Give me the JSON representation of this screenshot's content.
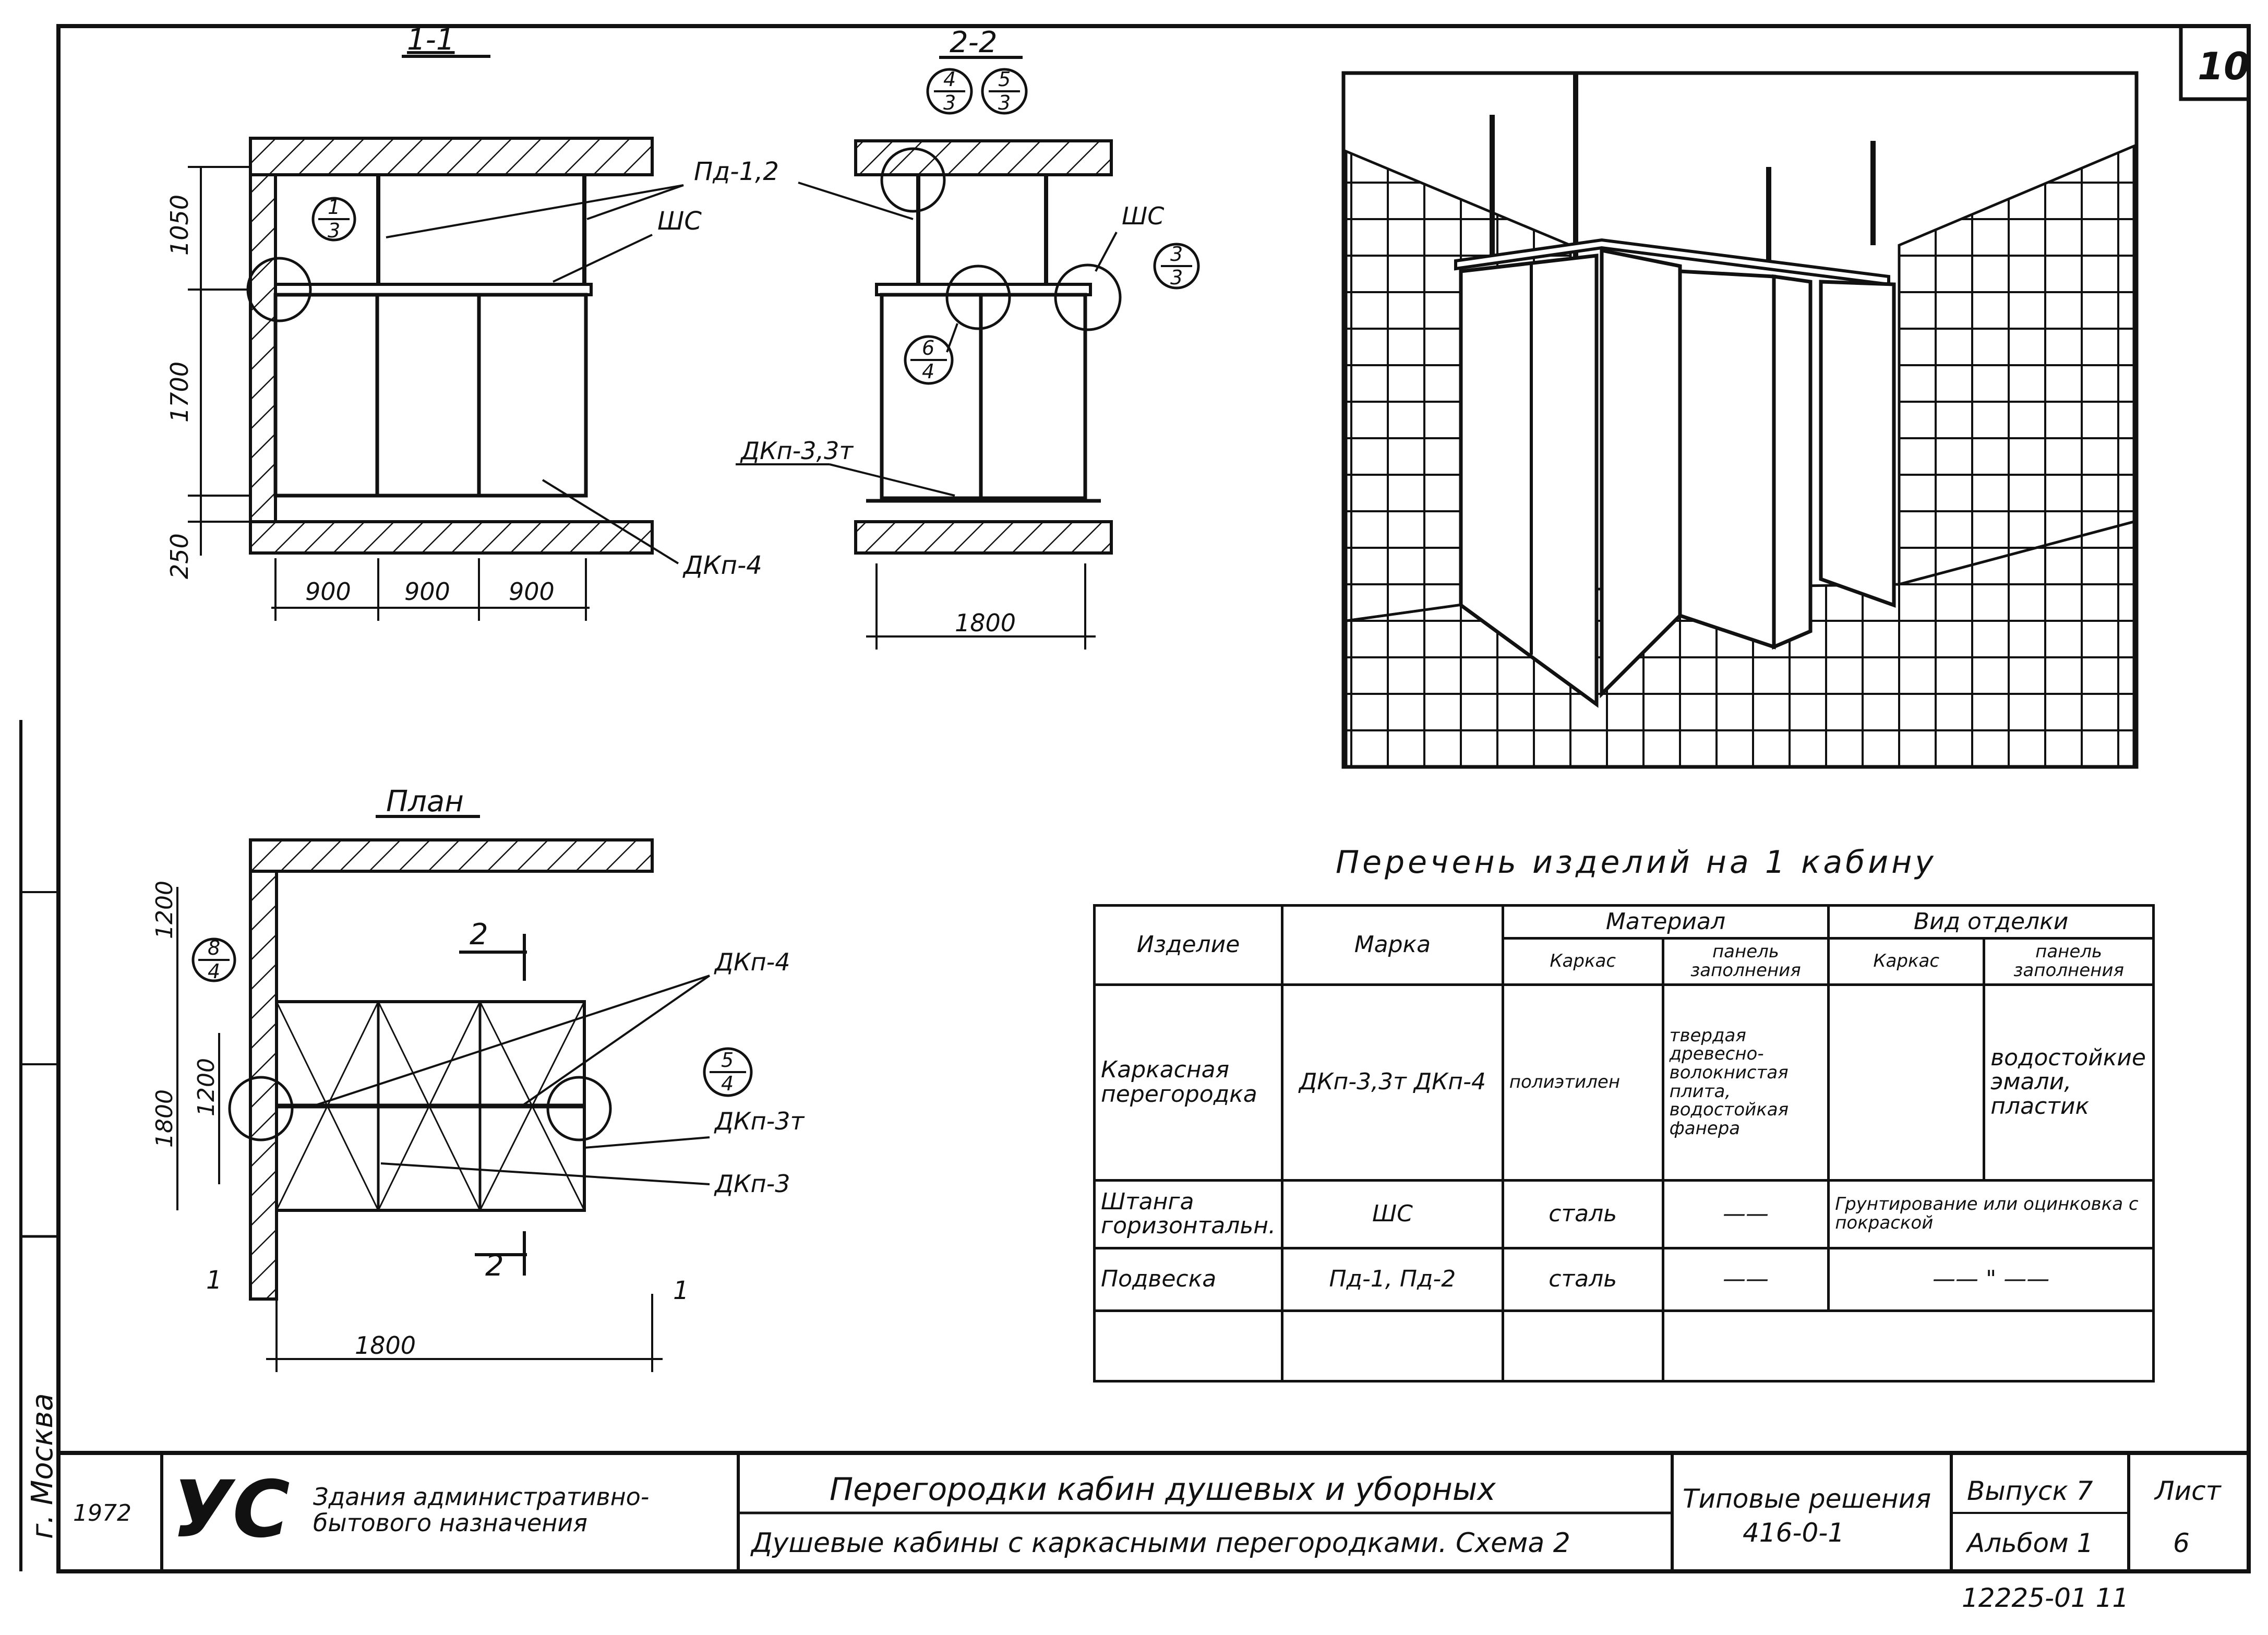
{
  "sheet": {
    "sheet_number_box": "10",
    "bottom_note": "12225-01  11"
  },
  "section_1": {
    "title": "1-1",
    "dims_vertical": [
      "1050",
      "1700",
      "250"
    ],
    "dims_horizontal": [
      "900",
      "900",
      "900"
    ],
    "callouts": [
      {
        "top": "1",
        "bottom": "3"
      }
    ],
    "labels": [
      "Пд-1,2",
      "ШС",
      "ДКп-4"
    ]
  },
  "section_2": {
    "title": "2-2",
    "dim_horizontal": "1800",
    "callouts": [
      {
        "top": "4",
        "bottom": "3"
      },
      {
        "top": "5",
        "bottom": "3"
      },
      {
        "top": "3",
        "bottom": "3"
      },
      {
        "top": "6",
        "bottom": "4"
      }
    ],
    "labels": [
      "ШС",
      "ДКп-3,3т"
    ]
  },
  "plan": {
    "title": "План",
    "dims_vertical": [
      "1200",
      "1800",
      "1200"
    ],
    "dim_horizontal": "1800",
    "section_marks": [
      "2",
      "2",
      "1",
      "1"
    ],
    "callouts": [
      {
        "top": "8",
        "bottom": "4"
      },
      {
        "top": "5",
        "bottom": "4"
      }
    ],
    "labels": [
      "ДКп-4",
      "ДКп-3т",
      "ДКп-3"
    ]
  },
  "table": {
    "title": "Перечень изделий на 1 кабину",
    "headers": {
      "item": "Изделие",
      "mark": "Марка",
      "material": "Материал",
      "material_frame": "Каркас",
      "material_panel": "панель заполнения",
      "finish": "Вид отделки",
      "finish_frame": "Каркас",
      "finish_panel": "панель заполнения"
    },
    "rows": [
      {
        "item": "Каркасная перегородка",
        "mark": "ДКп-3,3т ДКп-4",
        "frame": "полиэтилен",
        "panel": "твердая древесно-волокнистая плита, водостойкая фанера",
        "finish_frame": "",
        "finish_panel": "водостойкие эмали, пластик"
      },
      {
        "item": "Штанга горизонтальн.",
        "mark": "ШС",
        "frame": "сталь",
        "panel": "——",
        "finish_merged": "Грунтирование или оцинковка с покраской"
      },
      {
        "item": "Подвеска",
        "mark": "Пд-1, Пд-2",
        "frame": "сталь",
        "panel": "——",
        "finish_merged": "—— \" ——"
      }
    ]
  },
  "title_block": {
    "year": "1972",
    "logo": "УС",
    "org_line1": "Здания административно-",
    "org_line2": "бытового назначения",
    "title_line1": "Перегородки кабин душевых и уборных",
    "title_line2": "Душевые кабины с каркасными перегородками. Схема 2",
    "series_label": "Типовые решения",
    "series_number": "416-0-1",
    "issue": "Выпуск 7",
    "album": "Альбом 1",
    "sheet_label": "Лист",
    "sheet_value": "6"
  },
  "side_stamp": {
    "city": "г. Москва"
  }
}
